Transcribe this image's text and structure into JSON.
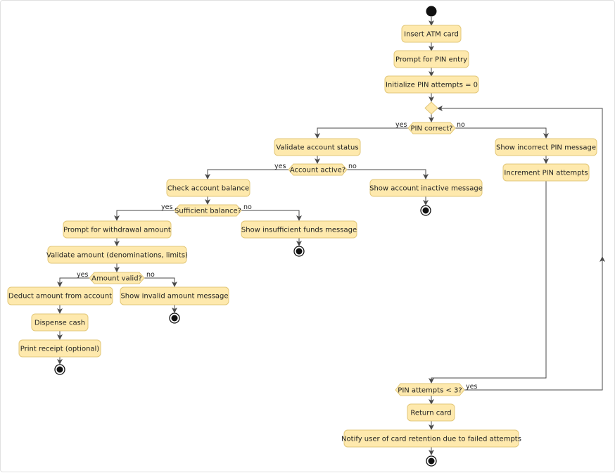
{
  "diagram": {
    "actions": {
      "insert_card": "Insert ATM card",
      "prompt_pin": "Prompt for PIN entry",
      "init_attempts": "Initialize PIN attempts = 0",
      "validate_status": "Validate account status",
      "check_balance": "Check account balance",
      "prompt_amount": "Prompt for withdrawal amount",
      "validate_amount": "Validate amount (denominations, limits)",
      "deduct": "Deduct amount from account",
      "dispense": "Dispense cash",
      "print_receipt": "Print receipt (optional)",
      "invalid_amount": "Show invalid amount message",
      "insufficient": "Show insufficient funds message",
      "inactive": "Show account inactive message",
      "incorrect_pin": "Show incorrect PIN message",
      "increment": "Increment PIN attempts",
      "return_card": "Return card",
      "notify": "Notify user of card retention due to failed attempts"
    },
    "decisions": {
      "pin_correct": "PIN correct?",
      "account_active": "Account active?",
      "sufficient_balance": "Sufficient balance?",
      "amount_valid": "Amount valid?",
      "attempts_check": "PIN attempts < 3?"
    },
    "guards": {
      "yes": "yes",
      "no": "no"
    }
  }
}
